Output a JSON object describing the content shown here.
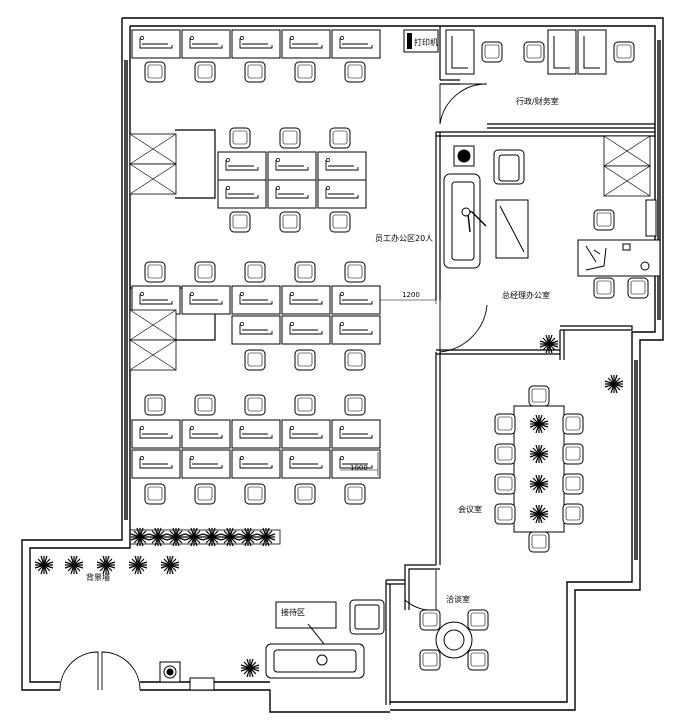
{
  "rooms": {
    "staff_office": "员工办公区20人",
    "admin_finance": "行政/财务室",
    "gm_office": "总经理办公室",
    "meeting_room": "会议室",
    "negotiation_room": "洽谈室",
    "reception": "接待区",
    "landscape_wall": "背景墙",
    "printer": "打印机"
  },
  "dimensions": {
    "corridor_width": "1200",
    "desk_width": "1000"
  },
  "legend": {
    "wall_color": "#000000",
    "background": "#ffffff"
  }
}
